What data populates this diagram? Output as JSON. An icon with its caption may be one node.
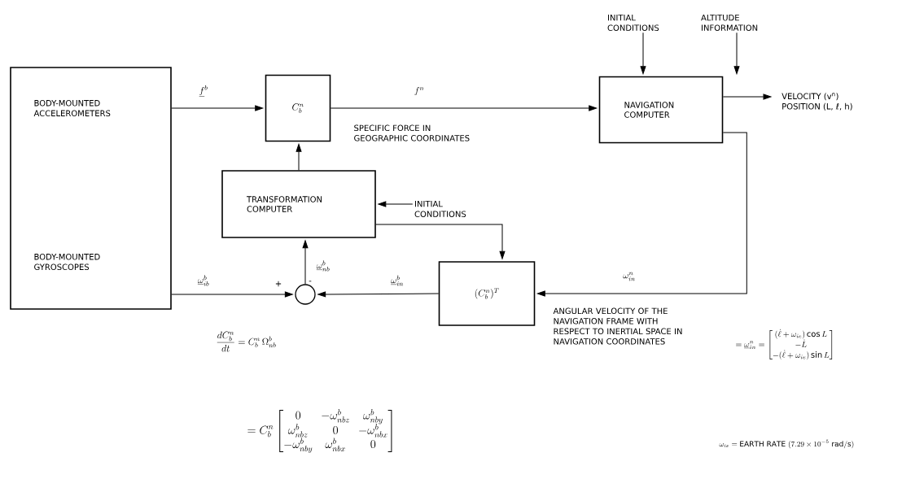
{
  "diagram": {
    "nodes": [
      {
        "text": [
          "BODY-MOUNTED ACCELEROMETERS",
          "BODY-MOUNTED GYROSCOPES"
        ]
      },
      {
        "text": [
          "C^{n}_{b}"
        ]
      },
      {
        "text": [
          "TRANSFORMATION COMPUTER"
        ]
      },
      {
        "text": [
          "NAVIGATION COMPUTER"
        ]
      },
      {
        "text": [
          "(C^{n}_{b})^{T}"
        ]
      },
      {
        "text": [],
        "shape": "circle"
      },
      {
        "text": [
          "INITIAL CONDITIONS"
        ]
      },
      {
        "text": [
          "ALTITUDE INFORMATION"
        ]
      },
      {
        "text": [
          "INITIAL CONDITIONS"
        ]
      },
      {
        "text": [
          "VELOCITY (v$^{n}$)",
          "POSITION (L, ℓ, h)"
        ]
      }
    ],
    "edges": [
      {
        "from": 0,
        "to": 1,
        "arrow": "to",
        "label": "\\underline{f}^{b}"
      },
      {
        "from": 1,
        "to": 3,
        "arrow": "to",
        "label": "f^{n}"
      },
      {
        "from": 2,
        "to": 1,
        "arrow": "to"
      },
      {
        "from": 8,
        "to": 2,
        "arrow": "to"
      },
      {
        "from": 2,
        "to": 4,
        "arrow": "to"
      },
      {
        "from": 6,
        "to": 3,
        "arrow": "to"
      },
      {
        "from": 7,
        "to": 3,
        "arrow": "to"
      },
      {
        "from": 3,
        "to": 9,
        "arrow": "to"
      },
      {
        "from": 3,
        "to": 4,
        "arrow": "to",
        "label": "\\omega^{n}_{in}"
      },
      {
        "from": 0,
        "to": 5,
        "arrow": "to",
        "label": "\\underline{\\omega}^{b}_{ib}"
      },
      {
        "from": 4,
        "to": 5,
        "arrow": "to",
        "label": "\\underline{\\omega}^{b}_{in}"
      },
      {
        "from": 5,
        "to": 2,
        "arrow": "to",
        "label": "\\underline{\\omega}^{b}_{nb}"
      }
    ],
    "labels": [
      "SPECIFIC FORCE IN GEOGRAPHIC COORDINATES",
      "+",
      "-",
      "ANGULAR VELOCITY OF THE NAVIGATION FRAME WITH RESPECT TO INERTIAL SPACE IN NAVIGATION COORDINATES",
      "= \\underline{\\omega}^{n}_{in} = \\begin{bmatrix} (\\dot{\\ell}+\\omega_{ie})\\cos L \\\\ -\\dot{L} \\\\ -(\\dot{\\ell}+\\omega_{ie})\\sin L \\end{bmatrix}",
      "\\frac{dC^{n}_{b}}{dt} = C^{n}_{b}\\,\\Omega^{b}_{nb}",
      "= C^{n}_{b} \\begin{bmatrix} 0 & -\\omega^{b}_{nbz} & \\omega^{b}_{nby} \\\\ \\omega^{b}_{nbz} & 0 & -\\omega^{b}_{nbx} \\\\ -\\omega^{b}_{nby} & \\omega^{b}_{nbx} & 0 \\end{bmatrix}",
      "\\omega_{ie} = \\mathrm{EARTH\\ RATE}\\ (7.29 \\times 10^{-5}\\ \\mathrm{rad/s})"
    ]
  }
}
